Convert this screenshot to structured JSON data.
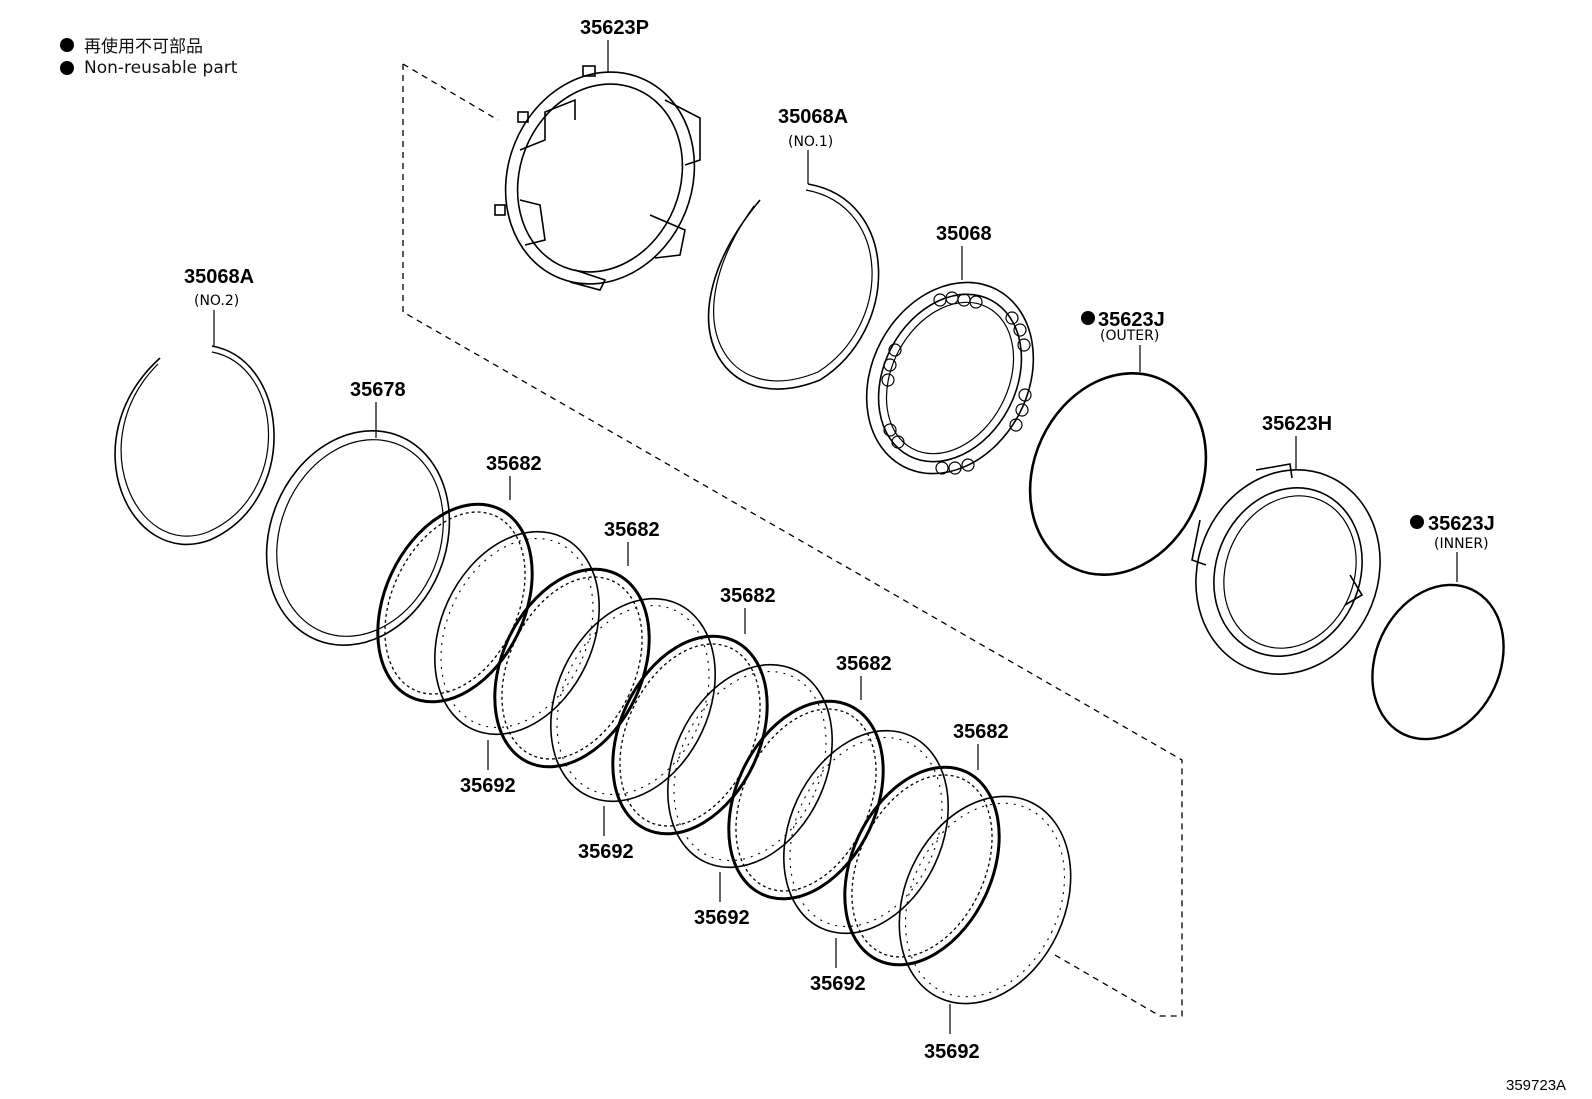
{
  "legend": [
    {
      "text": "再使用不可部品"
    },
    {
      "text": "Non-reusable part"
    }
  ],
  "parts": {
    "p35623P": "35623P",
    "p35068A_1": "35068A",
    "p35068A_1_sub": "(NO.1)",
    "p35068": "35068",
    "p35623J_outer": "35623J",
    "p35623J_outer_sub": "(OUTER)",
    "p35623H": "35623H",
    "p35623J_inner": "35623J",
    "p35623J_inner_sub": "(INNER)",
    "p35068A_2": "35068A",
    "p35068A_2_sub": "(NO.2)",
    "p35678": "35678",
    "p35682_a": "35682",
    "p35682_b": "35682",
    "p35682_c": "35682",
    "p35682_d": "35682",
    "p35682_e": "35682",
    "p35692_a": "35692",
    "p35692_b": "35692",
    "p35692_c": "35692",
    "p35692_d": "35692",
    "p35692_e": "35692"
  },
  "figure_id": "359723A"
}
